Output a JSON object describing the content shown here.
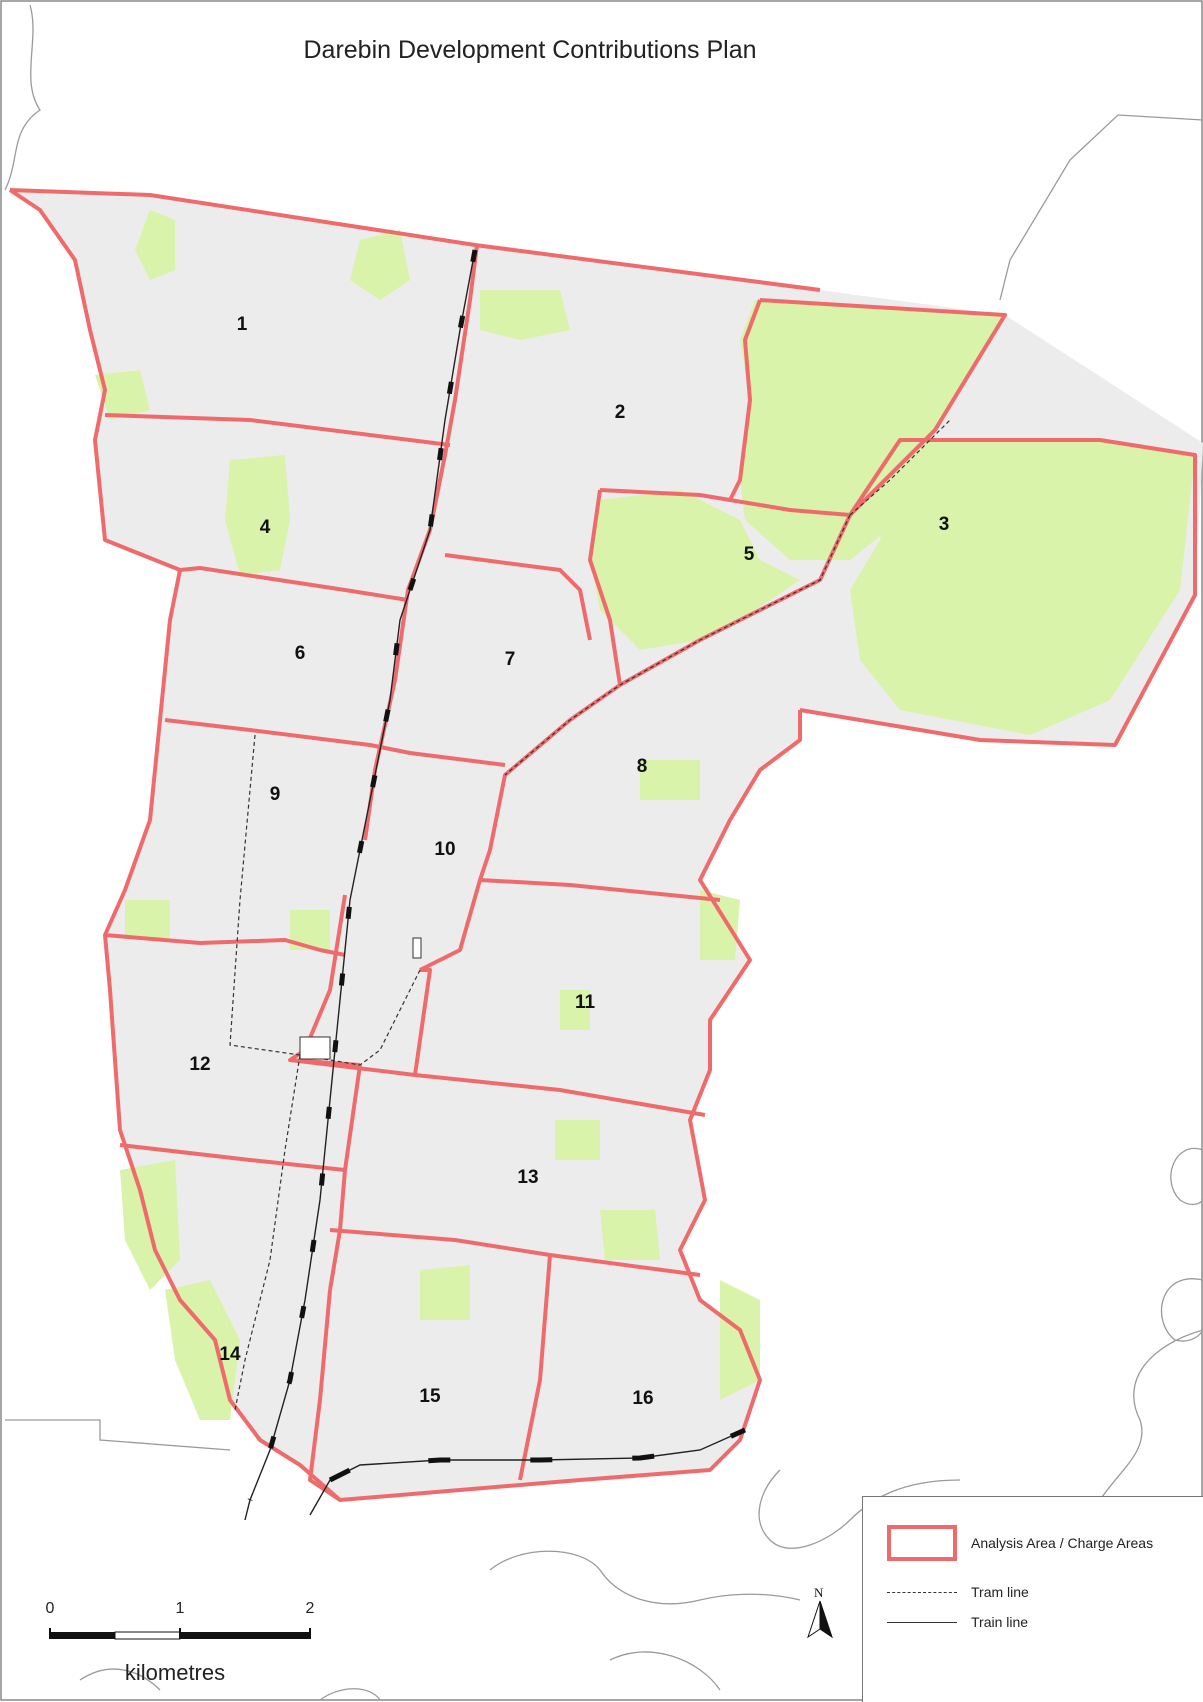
{
  "title": "Darebin Development Contributions Plan",
  "colors": {
    "boundary": "#ef6b6b",
    "urban": "#ececec",
    "parks": "#d9f3ab",
    "water_outline": "#9a9a9a"
  },
  "areas": [
    {
      "id": "1",
      "label": "1"
    },
    {
      "id": "2",
      "label": "2"
    },
    {
      "id": "3",
      "label": "3"
    },
    {
      "id": "4",
      "label": "4"
    },
    {
      "id": "5",
      "label": "5"
    },
    {
      "id": "6",
      "label": "6"
    },
    {
      "id": "7",
      "label": "7"
    },
    {
      "id": "8",
      "label": "8"
    },
    {
      "id": "9",
      "label": "9"
    },
    {
      "id": "10",
      "label": "10"
    },
    {
      "id": "11",
      "label": "11"
    },
    {
      "id": "12",
      "label": "12"
    },
    {
      "id": "13",
      "label": "13"
    },
    {
      "id": "14",
      "label": "14"
    },
    {
      "id": "15",
      "label": "15"
    },
    {
      "id": "16",
      "label": "16"
    }
  ],
  "legend": {
    "items": [
      {
        "symbol": "red-box",
        "label": "Analysis Area / Charge Areas"
      },
      {
        "symbol": "dashed-line",
        "label": "Tram line"
      },
      {
        "symbol": "solid-line",
        "label": "Train line"
      }
    ]
  },
  "scalebar": {
    "ticks": [
      "0",
      "1",
      "2"
    ],
    "unit": "kilometres"
  },
  "north_arrow": {
    "label": "N",
    "icon": "north-arrow-icon"
  }
}
